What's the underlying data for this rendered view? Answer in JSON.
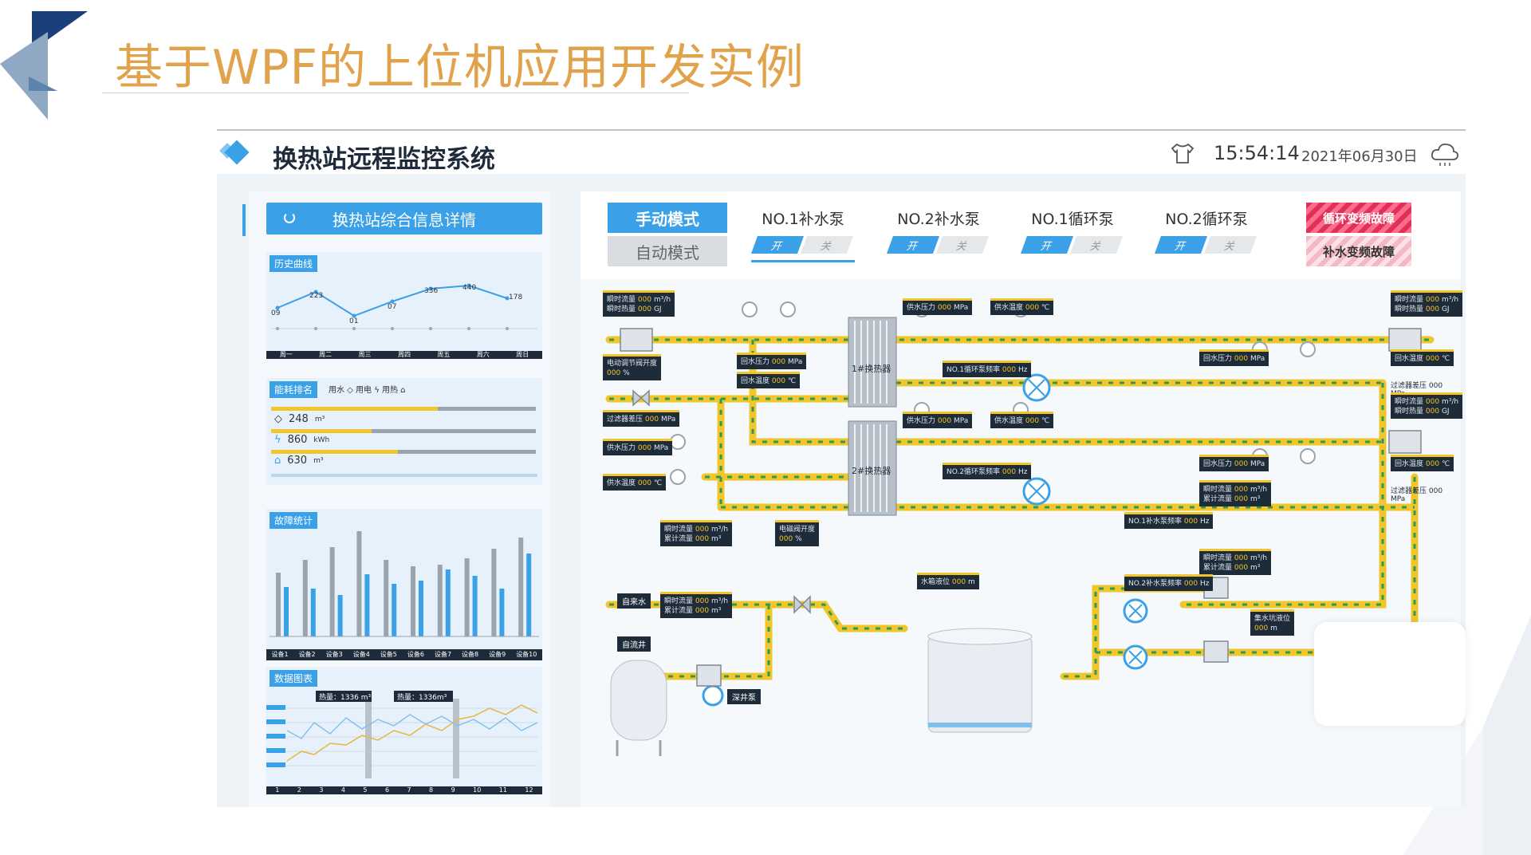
{
  "slide": {
    "title": "基于WPF的上位机应用开发实例"
  },
  "app": {
    "title": "换热站远程监控系统",
    "time": "15:54:14",
    "date": "2021年06月30日",
    "icons": [
      "shirt-icon",
      "cloud-icon"
    ]
  },
  "left": {
    "info_button": "换热站综合信息详情",
    "history": {
      "label": "历史曲线",
      "days": [
        "周一",
        "周二",
        "周三",
        "周四",
        "周五",
        "周六",
        "周日"
      ],
      "values": [
        "09",
        "223",
        "01",
        "07",
        "336",
        "440",
        "178"
      ]
    },
    "energy": {
      "label": "能耗排名",
      "legend": "用水 ◇  用电 ϟ  用热 ⌂",
      "rows": [
        {
          "icon": "water-drop-icon",
          "value": "248",
          "unit": "m³",
          "fill": 0.63
        },
        {
          "icon": "lightning-icon",
          "value": "860",
          "unit": "kWh",
          "fill": 0.38
        },
        {
          "icon": "thermometer-icon",
          "value": "630",
          "unit": "m³",
          "fill": 0.48
        }
      ]
    },
    "device_stats": {
      "label": "故障统计",
      "devices": [
        "设备1",
        "设备2",
        "设备3",
        "设备4",
        "设备5",
        "设备6",
        "设备7",
        "设备8",
        "设备9",
        "设备10"
      ]
    },
    "data_compare": {
      "label": "数据图表",
      "tooltip1": "热量：1336 m³",
      "tooltip2": "热量：1336m³",
      "x_ticks": [
        "1",
        "2",
        "3",
        "4",
        "5",
        "6",
        "7",
        "8",
        "9",
        "10",
        "11",
        "12"
      ]
    }
  },
  "right": {
    "mode_manual": "手动模式",
    "mode_auto": "自动模式",
    "switch_on": "开",
    "switch_off": "关",
    "pumps": [
      "NO.1补水泵",
      "NO.2补水泵",
      "NO.1循环泵",
      "NO.2循环泵"
    ],
    "fault_cycle": "循环变频故障",
    "fault_makeup": "补水变频故障"
  },
  "diagram": {
    "flow_tag": {
      "l1": "瞬时流量",
      "v1": "000",
      "u1": "m³/h",
      "l2": "瞬时热量",
      "v2": "000",
      "u2": "GJ"
    },
    "flow_tag2": {
      "l1": "瞬时流量",
      "v1": "000",
      "u1": "m³/h",
      "l2": "累计流量",
      "v2": "000",
      "u2": "m³"
    },
    "valve_open": {
      "label": "电动调节阀开度",
      "value": "000",
      "unit": "%"
    },
    "valve_open2": {
      "label": "电磁阀开度",
      "value": "000",
      "unit": "%"
    },
    "supply_pressure": {
      "label": "供水压力",
      "value": "000",
      "unit": "MPa"
    },
    "supply_temp": {
      "label": "供水温度",
      "value": "000",
      "unit": "℃"
    },
    "return_pressure": {
      "label": "回水压力",
      "value": "000",
      "unit": "MPa"
    },
    "return_temp": {
      "label": "回水温度",
      "value": "000",
      "unit": "℃"
    },
    "filter_pressure": {
      "label": "过滤器差压",
      "value": "000",
      "unit": "MPa"
    },
    "hx1": "1#换热器",
    "hx2": "2#换热器",
    "cyc1_freq": {
      "label": "NO.1循环泵频率",
      "value": "000",
      "unit": "Hz"
    },
    "cyc2_freq": {
      "label": "NO.2循环泵频率",
      "value": "000",
      "unit": "Hz"
    },
    "mk1_freq": {
      "label": "NO.1补水泵频率",
      "value": "000",
      "unit": "Hz"
    },
    "mk2_freq": {
      "label": "NO.2补水泵频率",
      "value": "000",
      "unit": "Hz"
    },
    "tank_level": {
      "label": "水箱液位",
      "value": "000",
      "unit": "m"
    },
    "pit_level": {
      "label": "集水坑液位",
      "value": "000",
      "unit": "m"
    },
    "tap_water": "自来水",
    "self_well": "自流井",
    "booster_pump": "深井泵"
  }
}
